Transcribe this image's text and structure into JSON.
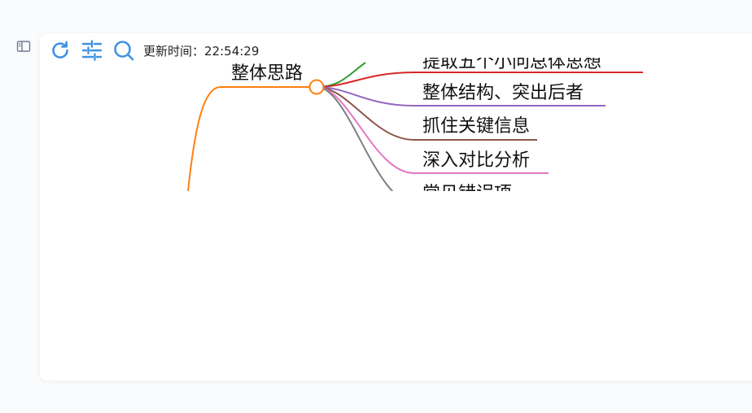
{
  "toolbar": {
    "update_time_label": "更新时间：",
    "update_time_value": "22:54:29",
    "icons": [
      "sidebar-icon",
      "refresh-icon",
      "settings-sliders-icon",
      "search-icon"
    ]
  },
  "mindmap": {
    "parent_node": "整体思路",
    "children": [
      {
        "label": "提取五个小问总体思想",
        "color": "#d62728"
      },
      {
        "label": "整体结构、突出后者",
        "color": "#9467bd"
      },
      {
        "label": "抓住关键信息",
        "color": "#8c564b"
      },
      {
        "label": "深入对比分析",
        "color": "#e377c2"
      },
      {
        "label": "常见错误项",
        "color": "#7f7f7f"
      }
    ],
    "colors": {
      "root_branch": "#ff7f0e",
      "partial_branch_top": "#2ca02c",
      "accent": "#3f92e3"
    }
  }
}
